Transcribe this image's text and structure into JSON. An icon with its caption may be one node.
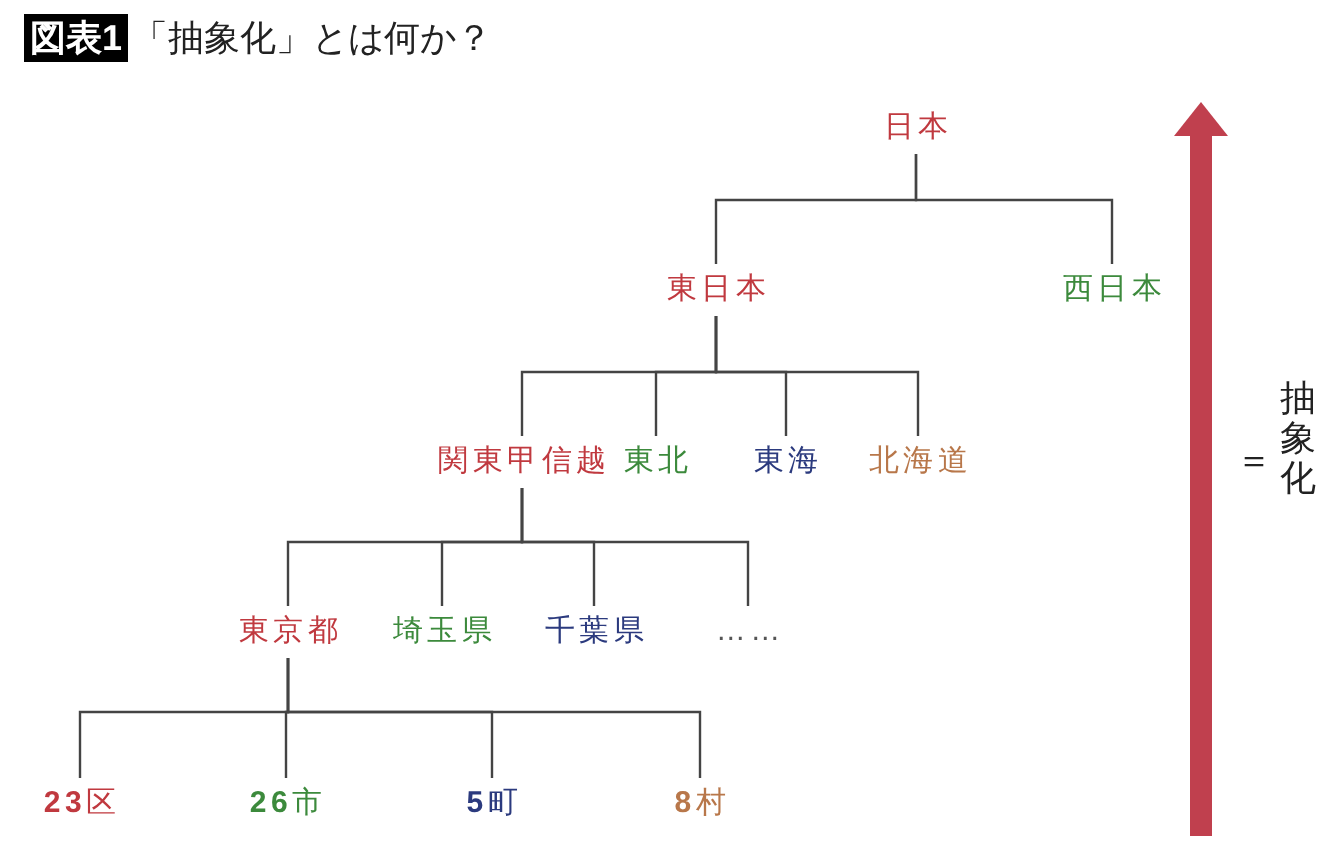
{
  "diagram": {
    "title": "「抽象化」とは何か？",
    "nodes": [
      {
        "text": [
          "日本"
        ]
      },
      {
        "text": [
          "東日本"
        ]
      },
      {
        "text": [
          "西日本"
        ]
      },
      {
        "text": [
          "関東甲信越"
        ]
      },
      {
        "text": [
          "東北"
        ]
      },
      {
        "text": [
          "東海"
        ]
      },
      {
        "text": [
          "北海道"
        ]
      },
      {
        "text": [
          "東京都"
        ]
      },
      {
        "text": [
          "埼玉県"
        ]
      },
      {
        "text": [
          "千葉県"
        ]
      },
      {
        "text": [
          "……"
        ]
      },
      {
        "text": [
          "**23**区"
        ]
      },
      {
        "text": [
          "**26**市"
        ]
      },
      {
        "text": [
          "**5**町"
        ]
      },
      {
        "text": [
          "**8**村"
        ]
      }
    ],
    "edges": [
      {
        "from": 0,
        "to": 1,
        "arrow": "none"
      },
      {
        "from": 0,
        "to": 2,
        "arrow": "none"
      },
      {
        "from": 1,
        "to": 3,
        "arrow": "none"
      },
      {
        "from": 1,
        "to": 4,
        "arrow": "none"
      },
      {
        "from": 1,
        "to": 5,
        "arrow": "none"
      },
      {
        "from": 1,
        "to": 6,
        "arrow": "none"
      },
      {
        "from": 3,
        "to": 7,
        "arrow": "none"
      },
      {
        "from": 3,
        "to": 8,
        "arrow": "none"
      },
      {
        "from": 3,
        "to": 9,
        "arrow": "none"
      },
      {
        "from": 3,
        "to": 10,
        "arrow": "none"
      },
      {
        "from": 7,
        "to": 11,
        "arrow": "none"
      },
      {
        "from": 7,
        "to": 12,
        "arrow": "none"
      },
      {
        "from": 7,
        "to": 13,
        "arrow": "none"
      },
      {
        "from": 7,
        "to": 14,
        "arrow": "none"
      }
    ],
    "labels": [
      "図表1",
      "＝",
      "抽象化"
    ]
  }
}
